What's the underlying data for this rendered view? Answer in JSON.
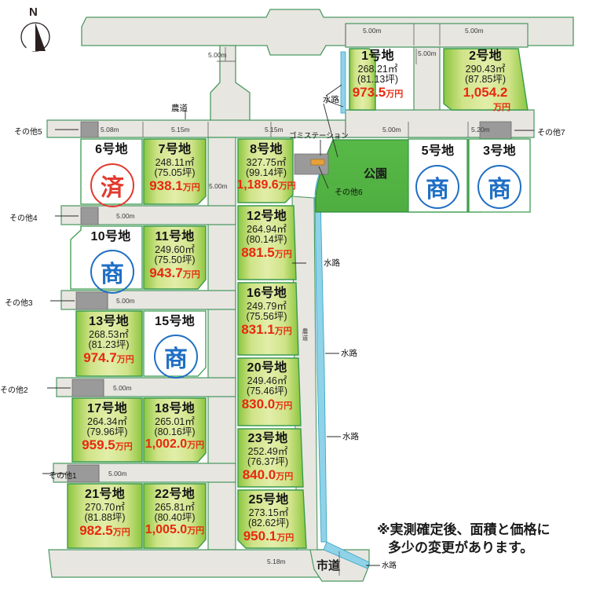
{
  "compass": {
    "north_label": "N"
  },
  "note": {
    "line1": "※実測確定後、面積と価格に",
    "line2": "多少の変更があります。"
  },
  "legend_marks": {
    "sold_mark": "済",
    "commercial_mark": "商"
  },
  "area_labels": {
    "park": "公園",
    "city_road": "市道",
    "farm_road": "農道",
    "farm_road_vertical": "農道",
    "gomi_station": "ゴミステーション",
    "waterway": "水路"
  },
  "lots": [
    {
      "id": "lot-1",
      "name": "1号地",
      "sqm": "268.21㎡",
      "tsubo": "(81.13坪)",
      "price": "973.5",
      "unit": "万円",
      "status": "for-sale"
    },
    {
      "id": "lot-2",
      "name": "2号地",
      "sqm": "290.43㎡",
      "tsubo": "(87.85坪)",
      "price": "1,054.2",
      "unit": "万円",
      "status": "for-sale"
    },
    {
      "id": "lot-3",
      "name": "3号地",
      "sqm": "",
      "tsubo": "",
      "price": "",
      "unit": "",
      "status": "commercial"
    },
    {
      "id": "lot-5",
      "name": "5号地",
      "sqm": "",
      "tsubo": "",
      "price": "",
      "unit": "",
      "status": "commercial"
    },
    {
      "id": "lot-6",
      "name": "6号地",
      "sqm": "",
      "tsubo": "",
      "price": "",
      "unit": "",
      "status": "sold"
    },
    {
      "id": "lot-7",
      "name": "7号地",
      "sqm": "248.11㎡",
      "tsubo": "(75.05坪)",
      "price": "938.1",
      "unit": "万円",
      "status": "for-sale"
    },
    {
      "id": "lot-8",
      "name": "8号地",
      "sqm": "327.75㎡",
      "tsubo": "(99.14坪)",
      "price": "1,189.6",
      "unit": "万円",
      "status": "for-sale"
    },
    {
      "id": "lot-10",
      "name": "10号地",
      "sqm": "",
      "tsubo": "",
      "price": "",
      "unit": "",
      "status": "commercial"
    },
    {
      "id": "lot-11",
      "name": "11号地",
      "sqm": "249.60㎡",
      "tsubo": "(75.50坪)",
      "price": "943.7",
      "unit": "万円",
      "status": "for-sale"
    },
    {
      "id": "lot-12",
      "name": "12号地",
      "sqm": "264.94㎡",
      "tsubo": "(80.14坪)",
      "price": "881.5",
      "unit": "万円",
      "status": "for-sale"
    },
    {
      "id": "lot-13",
      "name": "13号地",
      "sqm": "268.53㎡",
      "tsubo": "(81.23坪)",
      "price": "974.7",
      "unit": "万円",
      "status": "for-sale"
    },
    {
      "id": "lot-15",
      "name": "15号地",
      "sqm": "",
      "tsubo": "",
      "price": "",
      "unit": "",
      "status": "commercial"
    },
    {
      "id": "lot-16",
      "name": "16号地",
      "sqm": "249.79㎡",
      "tsubo": "(75.56坪)",
      "price": "831.1",
      "unit": "万円",
      "status": "for-sale"
    },
    {
      "id": "lot-17",
      "name": "17号地",
      "sqm": "264.34㎡",
      "tsubo": "(79.96坪)",
      "price": "959.5",
      "unit": "万円",
      "status": "for-sale"
    },
    {
      "id": "lot-18",
      "name": "18号地",
      "sqm": "265.01㎡",
      "tsubo": "(80.16坪)",
      "price": "1,002.0",
      "unit": "万円",
      "status": "for-sale"
    },
    {
      "id": "lot-20",
      "name": "20号地",
      "sqm": "249.46㎡",
      "tsubo": "(75.46坪)",
      "price": "830.0",
      "unit": "万円",
      "status": "for-sale"
    },
    {
      "id": "lot-21",
      "name": "21号地",
      "sqm": "270.70㎡",
      "tsubo": "(81.88坪)",
      "price": "982.5",
      "unit": "万円",
      "status": "for-sale"
    },
    {
      "id": "lot-22",
      "name": "22号地",
      "sqm": "265.81㎡",
      "tsubo": "(80.40坪)",
      "price": "1,005.0",
      "unit": "万円",
      "status": "for-sale"
    },
    {
      "id": "lot-23",
      "name": "23号地",
      "sqm": "252.49㎡",
      "tsubo": "(76.37坪)",
      "price": "840.0",
      "unit": "万円",
      "status": "for-sale"
    },
    {
      "id": "lot-25",
      "name": "25号地",
      "sqm": "273.15㎡",
      "tsubo": "(82.62坪)",
      "price": "950.1",
      "unit": "万円",
      "status": "for-sale"
    }
  ],
  "other_parcels": [
    {
      "id": "other-1",
      "label": "その他1"
    },
    {
      "id": "other-2",
      "label": "その他2"
    },
    {
      "id": "other-3",
      "label": "その他3"
    },
    {
      "id": "other-4",
      "label": "その他4"
    },
    {
      "id": "other-5",
      "label": "その他5"
    },
    {
      "id": "other-6",
      "label": "その他6"
    },
    {
      "id": "other-7",
      "label": "その他7"
    }
  ],
  "road_widths": [
    {
      "id": "w-top-vertical",
      "value": "5.00m"
    },
    {
      "id": "w-lot5-top",
      "value": "5.00m"
    },
    {
      "id": "w-lot1-top",
      "value": "5.00m"
    },
    {
      "id": "w-lot2-top",
      "value": "5.00m"
    },
    {
      "id": "w-lot1-lot2",
      "value": "5.00m"
    },
    {
      "id": "w-lot1-bottom",
      "value": "5.00m"
    },
    {
      "id": "w-lot2-bottom",
      "value": "5.20m"
    },
    {
      "id": "w-row1-left",
      "value": "5.08m"
    },
    {
      "id": "w-row1-mid",
      "value": "5.15m"
    },
    {
      "id": "w-row1-right",
      "value": "5.15m"
    },
    {
      "id": "w-row1-far",
      "value": "5.00m"
    },
    {
      "id": "w-col-7-8",
      "value": "5.00m"
    },
    {
      "id": "w-other4-row",
      "value": "5.00m"
    },
    {
      "id": "w-other3-row",
      "value": "5.00m"
    },
    {
      "id": "w-other2-row",
      "value": "5.00m"
    },
    {
      "id": "w-other1-row",
      "value": "5.00m"
    },
    {
      "id": "w-bottom-road",
      "value": "5.18m"
    }
  ],
  "waterway_labels": [
    {
      "id": "water-top",
      "label": "水路"
    },
    {
      "id": "water-mid1",
      "label": "水路"
    },
    {
      "id": "water-mid2",
      "label": "水路"
    },
    {
      "id": "water-mid3",
      "label": "水路"
    },
    {
      "id": "water-bottom",
      "label": "水路"
    }
  ],
  "colors": {
    "lot_green_light": "#d9e98a",
    "lot_green_edge": "#8cc540",
    "lot_outline": "#3a9b4e",
    "road_fill": "#e8e6e1",
    "road_outline": "#4a9a62",
    "park_fill": "#5ab84a",
    "water_fill": "#8fd3e8",
    "gray_parcel": "#9a9a9a",
    "price_red": "#e8280f",
    "sold_red": "#e23a2e",
    "commercial_blue": "#1f6fc4"
  }
}
